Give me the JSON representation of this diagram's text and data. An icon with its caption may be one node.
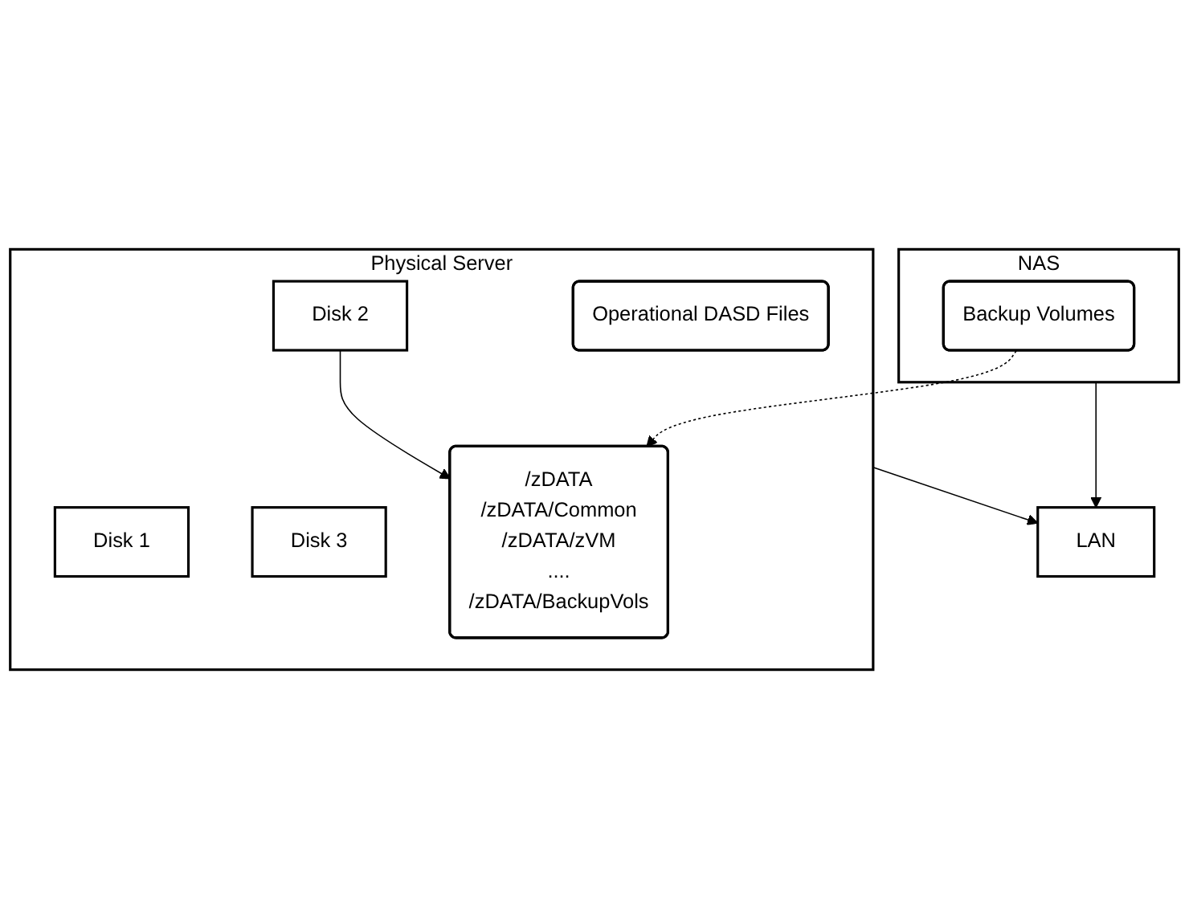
{
  "diagram": {
    "nodes": [
      {
        "text": [
          "Physical Server"
        ]
      },
      {
        "text": [
          "Operational DASD Files"
        ],
        "in": 0
      },
      {
        "text": [
          "Disk 1"
        ],
        "in": 0
      },
      {
        "text": [
          "Disk 2"
        ],
        "in": 0
      },
      {
        "text": [
          "Disk 3"
        ],
        "in": 0
      },
      {
        "text": [
          "/zDATA",
          "/zDATA/Common",
          "/zDATA/zVM",
          "....",
          "/zDATA/BackupVols"
        ],
        "in": 0
      },
      {
        "text": [
          "NAS"
        ]
      },
      {
        "text": [
          "Backup Volumes"
        ],
        "in": 6
      },
      {
        "text": [
          "LAN"
        ]
      }
    ],
    "edges": [
      {
        "from": 3,
        "to": 5,
        "arrow": "to"
      },
      {
        "from": 7,
        "to": 5,
        "arrow": "to",
        "style": "dashed"
      },
      {
        "from": 0,
        "to": 8,
        "arrow": "to"
      },
      {
        "from": 6,
        "to": 8,
        "arrow": "to"
      }
    ]
  }
}
